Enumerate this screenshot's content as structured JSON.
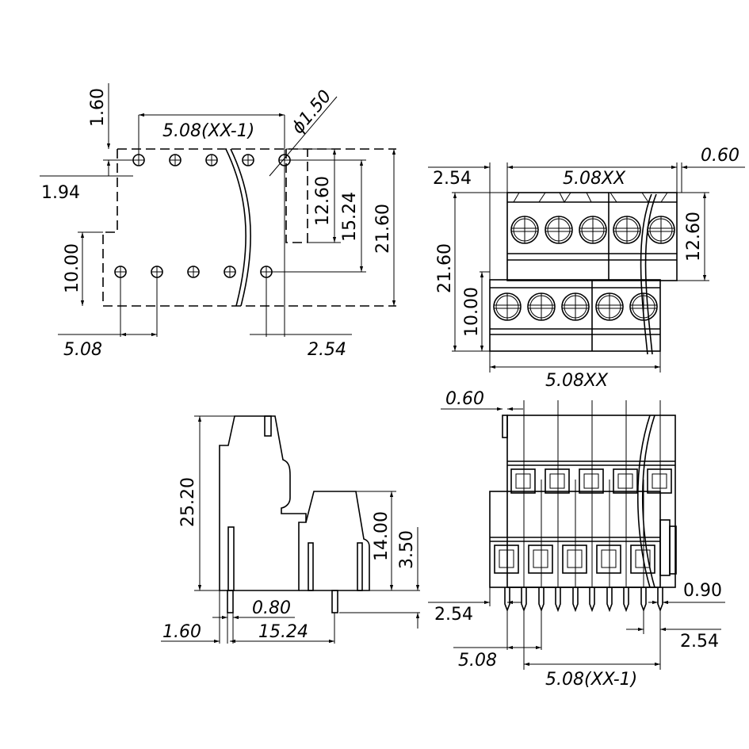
{
  "drawing": {
    "title": "Terminal block dimensional drawing",
    "views": {
      "pcb_layout": {
        "dims": {
          "top_pitch_span": "5.08(XX-1)",
          "hole_diameter": "ϕ1.50",
          "top_offset": "1.60",
          "left_offset": "1.94",
          "row_gap": "12.60",
          "row_spacing": "15.24",
          "overall_depth": "21.60",
          "lower_height": "10.00",
          "bottom_pitch": "5.08",
          "right_offset": "2.54"
        }
      },
      "top_view": {
        "dims": {
          "left_offset": "2.54",
          "upper_width": "5.08XX",
          "right_offset": "0.60",
          "overall_depth": "21.60",
          "lower_depth": "10.00",
          "upper_depth": "12.60",
          "lower_width": "5.08XX"
        }
      },
      "side_view": {
        "dims": {
          "overall_height": "25.20",
          "lower_height": "14.00",
          "pin_length": "3.50",
          "pin_width": "0.80",
          "pin_offset": "1.60",
          "pin_spacing": "15.24"
        }
      },
      "front_view": {
        "dims": {
          "top_offset": "0.60",
          "pin_thickness": "0.90",
          "left_offset": "2.54",
          "right_offset": "2.54",
          "pitch": "5.08",
          "pitch_span": "5.08(XX-1)"
        }
      }
    }
  }
}
